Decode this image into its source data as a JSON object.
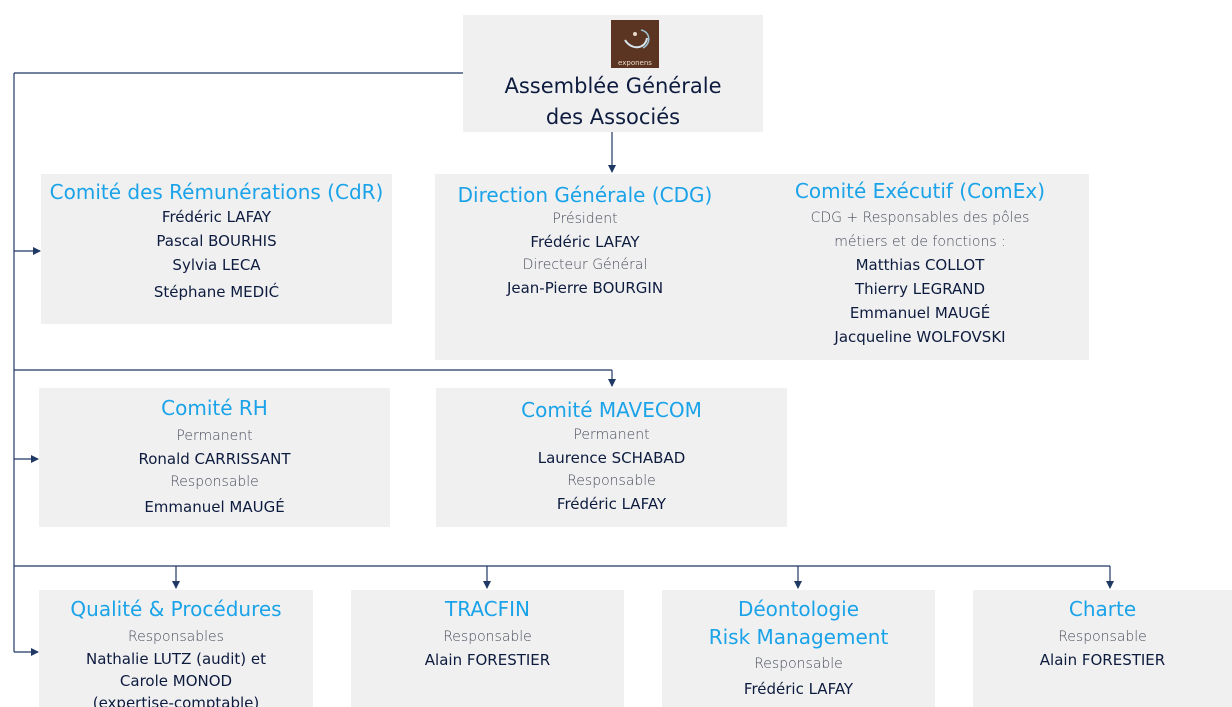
{
  "assembly": {
    "logo_text": "exponens",
    "title_line1": "Assemblée Générale",
    "title_line2": "des Associés"
  },
  "cdr": {
    "title": "Comité des Rémunérations (CdR)",
    "members": [
      "Frédéric  LAFAY",
      "Pascal BOURHIS",
      "Sylvia LECA",
      "Stéphane MEDIĆ"
    ]
  },
  "cdg": {
    "title": "Direction Générale (CDG)",
    "role1": "Président",
    "name1": "Frédéric LAFAY",
    "role2": "Directeur Général",
    "name2": "Jean-Pierre BOURGIN"
  },
  "comex": {
    "title": "Comité Exécutif (ComEx)",
    "desc_line1": "CDG + Responsables des pôles",
    "desc_line2": "métiers et de fonctions :",
    "members": [
      "Matthias COLLOT",
      "Thierry LEGRAND",
      "Emmanuel MAUGÉ",
      "Jacqueline WOLFOVSKI"
    ]
  },
  "rh": {
    "title": "Comité RH",
    "role1": "Permanent",
    "name1": "Ronald CARRISSANT",
    "role2": "Responsable",
    "name2": "Emmanuel MAUGÉ"
  },
  "mavecom": {
    "title": "Comité MAVECOM",
    "role1": "Permanent",
    "name1": "Laurence SCHABAD",
    "role2": "Responsable",
    "name2": "Frédéric LAFAY"
  },
  "qualite": {
    "title": "Qualité & Procédures",
    "role": "Responsables",
    "names": [
      "Nathalie LUTZ (audit) et",
      "Carole MONOD",
      "(expertise-comptable)"
    ]
  },
  "tracfin": {
    "title": "TRACFIN",
    "role": "Responsable",
    "name": "Alain FORESTIER"
  },
  "deonto": {
    "title_line1": "Déontologie",
    "title_line2": "Risk Management",
    "role": "Responsable",
    "name": "Frédéric LAFAY"
  },
  "charte": {
    "title": "Charte",
    "role": "Responsable",
    "name": "Alain FORESTIER"
  },
  "colors": {
    "line": "#1f3864",
    "box": "#f0f0f1",
    "title": "#1aa3e8",
    "name": "#0d1b3e"
  }
}
